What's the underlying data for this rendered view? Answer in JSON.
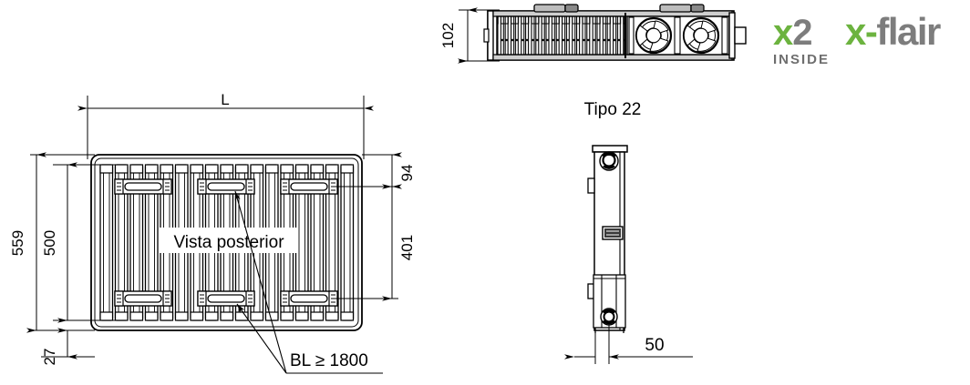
{
  "drawing": {
    "title_type": "Tipo 22",
    "rear_view_label": "Vista posterior",
    "bracket_note": "BL ≥ 1800",
    "length_label": "L"
  },
  "dimensions": {
    "depth_top": "102",
    "height_total": "559",
    "height_inner": "500",
    "height_foot": "27",
    "offset_top": "94",
    "offset_bracket": "401",
    "depth_side": "50"
  },
  "logo": {
    "x2_x": "x",
    "x2_2": "2",
    "inside": "INSIDE",
    "flair_x": "x",
    "flair_dash": "-",
    "flair_rest": "flair",
    "green": "#6cb33f",
    "gray": "#7d7d7d"
  },
  "colors": {
    "line": "#000000",
    "background": "#ffffff"
  }
}
